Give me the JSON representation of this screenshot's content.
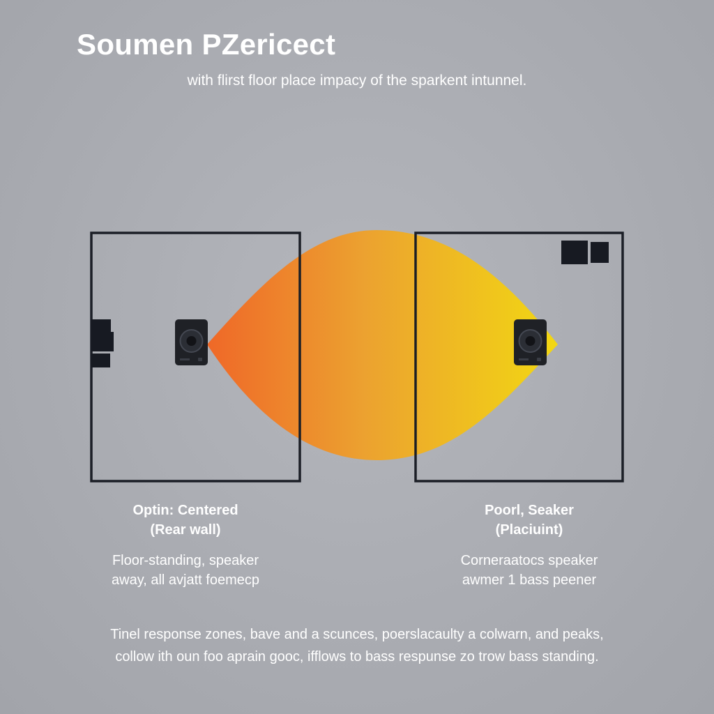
{
  "header": {
    "title": "Soumen PZericect",
    "subtitle": "with flirst floor place impacy of the sparkent intunnel."
  },
  "rooms": [
    {
      "caption_title": "Optin: Centered",
      "caption_sub": "(Rear wall)",
      "caption_lines": [
        "Floor-standing, speaker",
        "away, all avjatt foemecp"
      ]
    },
    {
      "caption_title": "Poorl, Seaker",
      "caption_sub": "(Placiuint)",
      "caption_lines": [
        "Corneraatocs speaker",
        "awmer 1 bass peener"
      ]
    }
  ],
  "footer": {
    "lines": [
      "Tinel response zones,  bave and a scunces, poerslacaulty a colwarn, and peaks,",
      "collow ith oun foo aprain gooc, ifflows to bass respunse zo trow bass standing."
    ]
  },
  "colors": {
    "room_outline": "#1b1e26",
    "speaker_body": "#1f2126",
    "fixture": "#171a22",
    "wave_start": "#f26522",
    "wave_mid": "#eea12a",
    "wave_end": "#f5d90c"
  },
  "icons": {
    "speaker": "speaker-icon",
    "fixture": "wall-fixture-icon"
  }
}
